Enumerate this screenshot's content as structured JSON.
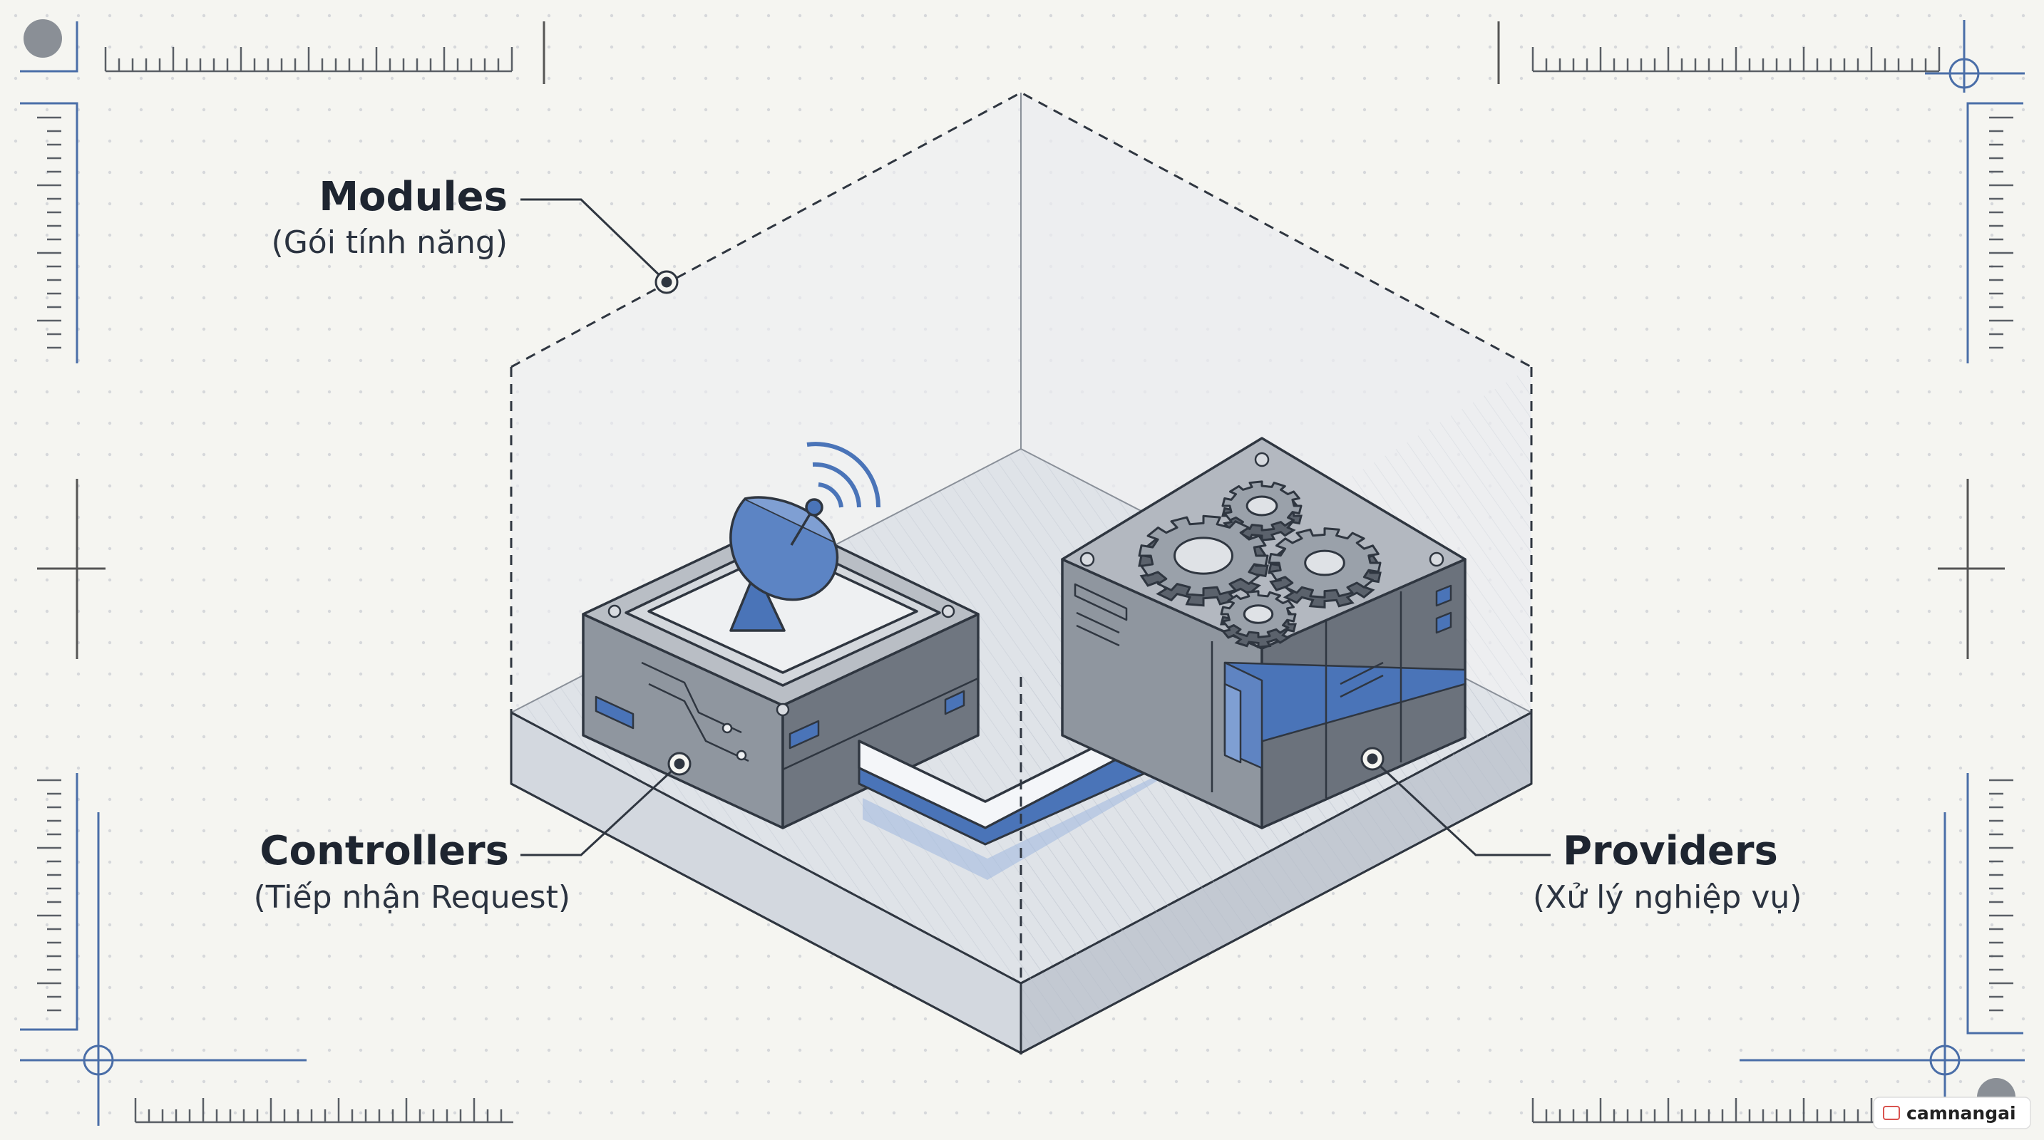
{
  "labels": {
    "modules": {
      "title": "Modules",
      "subtitle": "(Gói tính năng)"
    },
    "controllers": {
      "title": "Controllers",
      "subtitle": "(Tiếp nhận Request)"
    },
    "providers": {
      "title": "Providers",
      "subtitle": "(Xử lý nghiệp vụ)"
    }
  },
  "watermark": {
    "text": "camnangai"
  },
  "icons": [
    "satellite-dish-icon",
    "gear-icon",
    "arrow-icon"
  ],
  "colors": {
    "accent": "#4a74b8",
    "line": "#2f3640",
    "frame": "#4a6ea8",
    "background": "#f5f5f1"
  }
}
